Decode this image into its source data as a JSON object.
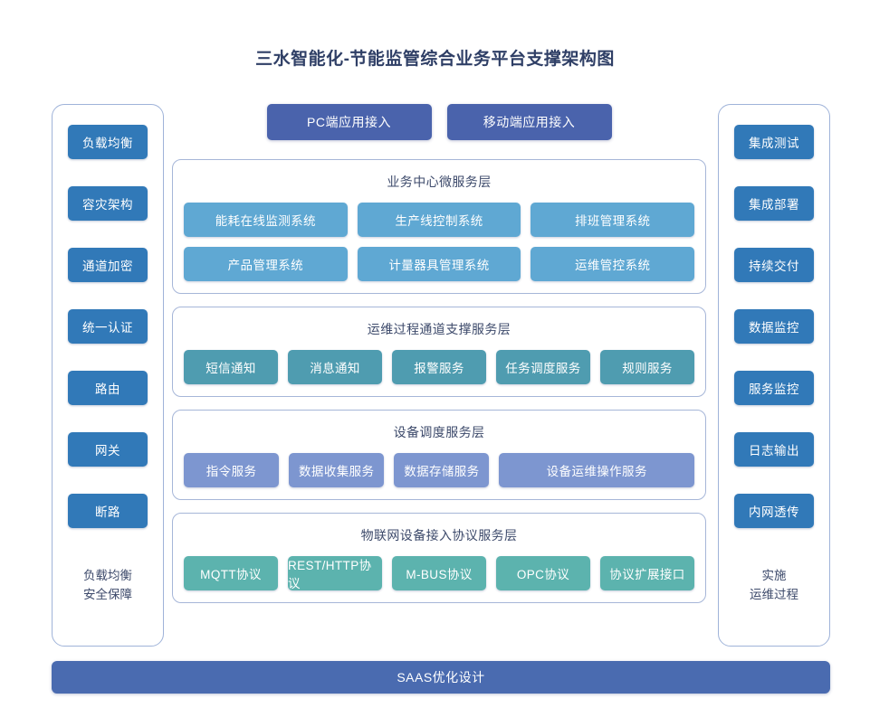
{
  "title": "三水智能化-节能监管综合业务平台支撑架构图",
  "colors": {
    "title_text": "#2f3f66",
    "sidebar_button": "#3179b8",
    "access_button": "#4a63ac",
    "business_chip": "#5fa8d3",
    "ops_chip": "#4f9cb0",
    "device_chip": "#7d96d0",
    "protocol_chip": "#5cb3ae",
    "saas_bar": "#4a6bb0",
    "layer_border": "#a6b6d8",
    "column_border": "#9fb3d9"
  },
  "left_column": {
    "items": [
      {
        "label": "负载均衡"
      },
      {
        "label": "容灾架构"
      },
      {
        "label": "通道加密"
      },
      {
        "label": "统一认证"
      },
      {
        "label": "路由"
      },
      {
        "label": "网关"
      },
      {
        "label": "断路"
      }
    ],
    "footer_line1": "负载均衡",
    "footer_line2": "安全保障"
  },
  "right_column": {
    "items": [
      {
        "label": "集成测试"
      },
      {
        "label": "集成部署"
      },
      {
        "label": "持续交付"
      },
      {
        "label": "数据监控"
      },
      {
        "label": "服务监控"
      },
      {
        "label": "日志输出"
      },
      {
        "label": "内网透传"
      }
    ],
    "footer_line1": "实施",
    "footer_line2": "运维过程"
  },
  "access": {
    "pc": "PC端应用接入",
    "mobile": "移动端应用接入"
  },
  "layers": [
    {
      "title": "业务中心微服务层",
      "rows": [
        [
          "能耗在线监测系统",
          "生产线控制系统",
          "排班管理系统"
        ],
        [
          "产品管理系统",
          "计量器具管理系统",
          "运维管控系统"
        ]
      ]
    },
    {
      "title": "运维过程通道支撑服务层",
      "rows": [
        [
          "短信通知",
          "消息通知",
          "报警服务",
          "任务调度服务",
          "规则服务"
        ]
      ]
    },
    {
      "title": "设备调度服务层",
      "rows": [
        [
          "指令服务",
          "数据收集服务",
          "数据存储服务",
          "设备运维操作服务"
        ]
      ]
    },
    {
      "title": "物联网设备接入协议服务层",
      "rows": [
        [
          "MQTT协议",
          "REST/HTTP协议",
          "M-BUS协议",
          "OPC协议",
          "协议扩展接口"
        ]
      ]
    }
  ],
  "footer_bar": "SAAS优化设计"
}
